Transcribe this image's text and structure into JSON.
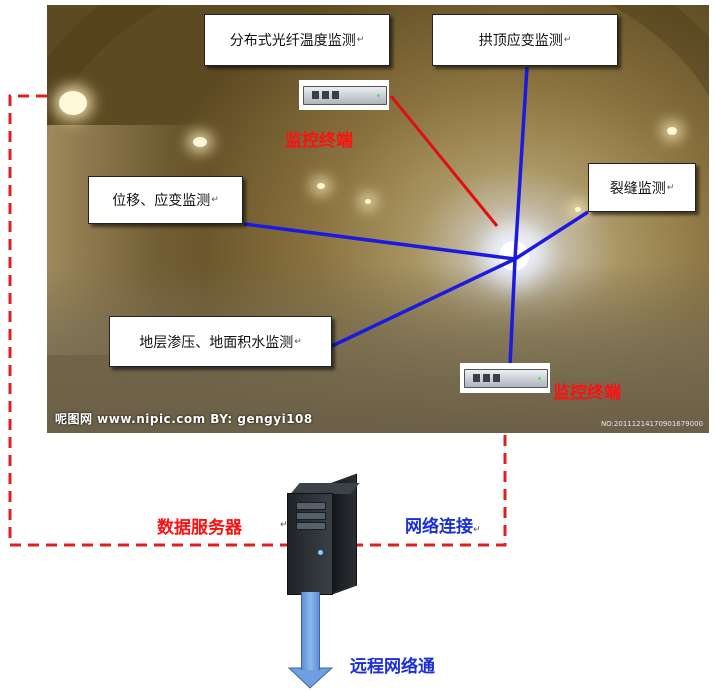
{
  "photo": {
    "watermark": "呢图网 www.nipic.com   BY: gengyi108",
    "watermark_id": "NO:20111214170901679000"
  },
  "callouts": {
    "fiber_temperature": "分布式光纤温度监测",
    "arch_strain": "拱顶应变监测",
    "displacement_strain": "位移、应变监测",
    "crack": "裂缝监测",
    "seepage": "地层渗压、地面积水监测"
  },
  "labels": {
    "monitor_terminal_top": "监控终端",
    "monitor_terminal_bottom": "监控终端",
    "data_server": "数据服务器",
    "network_connection": "网络连接",
    "remote_network": "远程网络通"
  },
  "colors": {
    "red_label": "#ff1010",
    "blue_label": "#1a2fd8",
    "blue_line": "#1a1ae0",
    "red_line": "#e01010",
    "dashed_line": "#e02020",
    "arrow": "#6f9fe0"
  },
  "icons": [
    "rack-server-icon",
    "tower-server-icon",
    "arrow-down-icon"
  ]
}
